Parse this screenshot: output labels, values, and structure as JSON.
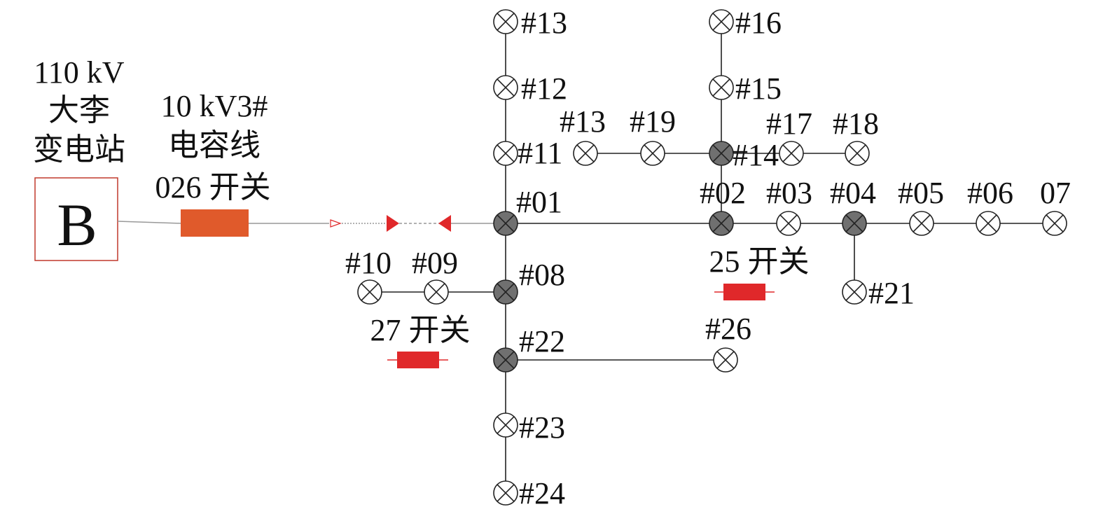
{
  "substation": {
    "label_line1": "110 kV",
    "label_line2": "大李",
    "label_line3": "变电站",
    "symbol": "B"
  },
  "feeder": {
    "label_line1": "10 kV3#",
    "label_line2": "电容线",
    "label_line3": "026 开关"
  },
  "switches": [
    {
      "id": "s25",
      "label": "25 开关"
    },
    {
      "id": "s27",
      "label": "27 开关"
    }
  ],
  "nodes": [
    {
      "id": "n13",
      "label": "#13",
      "junction": false
    },
    {
      "id": "n12",
      "label": "#12",
      "junction": false
    },
    {
      "id": "n11",
      "label": "#11",
      "junction": false
    },
    {
      "id": "n01",
      "label": "#01",
      "junction": true
    },
    {
      "id": "n08",
      "label": "#08",
      "junction": true
    },
    {
      "id": "n22",
      "label": "#22",
      "junction": true
    },
    {
      "id": "n23",
      "label": "#23",
      "junction": false
    },
    {
      "id": "n24",
      "label": "#24",
      "junction": false
    },
    {
      "id": "n10",
      "label": "#10",
      "junction": false
    },
    {
      "id": "n09",
      "label": "#09",
      "junction": false
    },
    {
      "id": "n26",
      "label": "#26",
      "junction": false
    },
    {
      "id": "n16",
      "label": "#16",
      "junction": false
    },
    {
      "id": "n15",
      "label": "#15",
      "junction": false
    },
    {
      "id": "n14",
      "label": "#14",
      "junction": true
    },
    {
      "id": "n13b",
      "label": "#13",
      "junction": false
    },
    {
      "id": "n19",
      "label": "#19",
      "junction": false
    },
    {
      "id": "n17",
      "label": "#17",
      "junction": false
    },
    {
      "id": "n18",
      "label": "#18",
      "junction": false
    },
    {
      "id": "n02",
      "label": "#02",
      "junction": true
    },
    {
      "id": "n03",
      "label": "#03",
      "junction": false
    },
    {
      "id": "n04",
      "label": "#04",
      "junction": true
    },
    {
      "id": "n05",
      "label": "#05",
      "junction": false
    },
    {
      "id": "n06",
      "label": "#06",
      "junction": false
    },
    {
      "id": "n07",
      "label": "07",
      "junction": false
    },
    {
      "id": "n21",
      "label": "#21",
      "junction": false
    }
  ],
  "edges": [
    [
      "n13",
      "n12"
    ],
    [
      "n12",
      "n11"
    ],
    [
      "n11",
      "n01"
    ],
    [
      "n01",
      "n08"
    ],
    [
      "n08",
      "n22"
    ],
    [
      "n22",
      "n23"
    ],
    [
      "n23",
      "n24"
    ],
    [
      "n01",
      "n02"
    ],
    [
      "n02",
      "n03"
    ],
    [
      "n03",
      "n04"
    ],
    [
      "n04",
      "n05"
    ],
    [
      "n05",
      "n06"
    ],
    [
      "n06",
      "n07"
    ],
    [
      "n04",
      "n21"
    ],
    [
      "n16",
      "n15"
    ],
    [
      "n15",
      "n14"
    ],
    [
      "n14",
      "n02"
    ],
    [
      "n13b",
      "n19"
    ],
    [
      "n19",
      "n14"
    ],
    [
      "n14",
      "n17"
    ],
    [
      "n17",
      "n18"
    ],
    [
      "n10",
      "n09"
    ],
    [
      "n09",
      "n08"
    ],
    [
      "n22",
      "n26"
    ]
  ],
  "colors": {
    "line": "#222222",
    "feeder_line": "#999999",
    "breaker_026": "#e05a2b",
    "switch_red": "#e0282a",
    "junction_fill": "#707070",
    "substation_border": "#c0392b"
  }
}
